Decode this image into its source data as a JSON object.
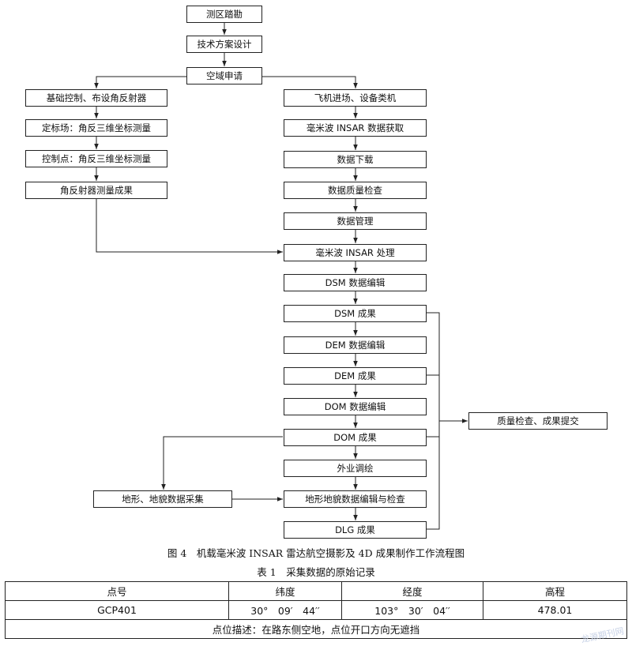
{
  "flowchart": {
    "boxes": {
      "survey": "测区踏勘",
      "plan": "技术方案设计",
      "airspace": "空域申请",
      "base_control": "基础控制、布设角反射器",
      "calib_field": "定标场：角反三维坐标测量",
      "ctrl_point": "控制点：角反三维坐标测量",
      "reflector_result": "角反射器测量成果",
      "aircraft": "飞机进场、设备类机",
      "mmw_acquire": "毫米波 INSAR 数据获取",
      "download": "数据下载",
      "quality_check": "数据质量检查",
      "data_mgmt": "数据管理",
      "mmw_process": "毫米波 INSAR 处理",
      "dsm_edit": "DSM 数据编辑",
      "dsm_result": "DSM 成果",
      "dem_edit": "DEM 数据编辑",
      "dem_result": "DEM 成果",
      "dom_edit": "DOM 数据编辑",
      "dom_result": "DOM 成果",
      "field_survey": "外业调绘",
      "terrain_collect": "地形、地貌数据采集",
      "terrain_edit": "地形地貌数据编辑与检查",
      "dlg_result": "DLG 成果",
      "final_qc": "质量检查、成果提交"
    }
  },
  "figure_caption": "图 4　机载毫米波 INSAR 雷达航空摄影及 4D 成果制作工作流程图",
  "table_caption": "表 1　采集数据的原始记录",
  "table": {
    "headers": [
      "点号",
      "纬度",
      "经度",
      "高程"
    ],
    "row": [
      "GCP401",
      "30°　09′　44′′",
      "103°　30′　04′′",
      "478.01"
    ],
    "description": "点位描述：在路东侧空地，点位开口方向无遮挡"
  },
  "watermark": "龙源期刊网"
}
